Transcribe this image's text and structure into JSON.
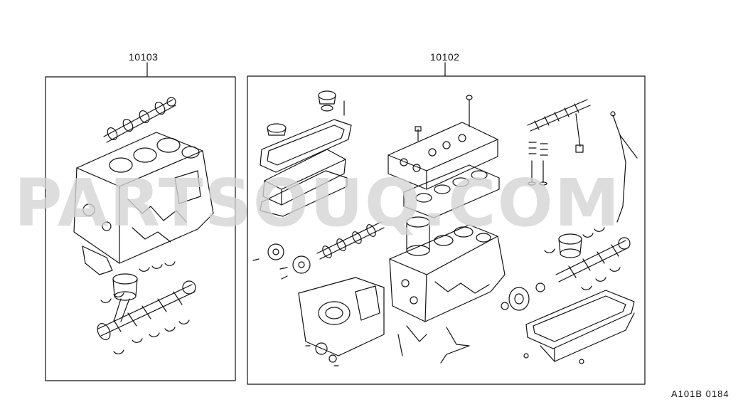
{
  "diagram": {
    "left_assembly": {
      "part_number": "10103"
    },
    "right_assembly": {
      "part_number": "10102"
    },
    "drawing_code": "A101B 0184"
  },
  "watermark": {
    "text": "PARTSOUQ.COM"
  },
  "colors": {
    "line": "#111111",
    "watermark": "#cfcfcf",
    "background": "#ffffff"
  }
}
